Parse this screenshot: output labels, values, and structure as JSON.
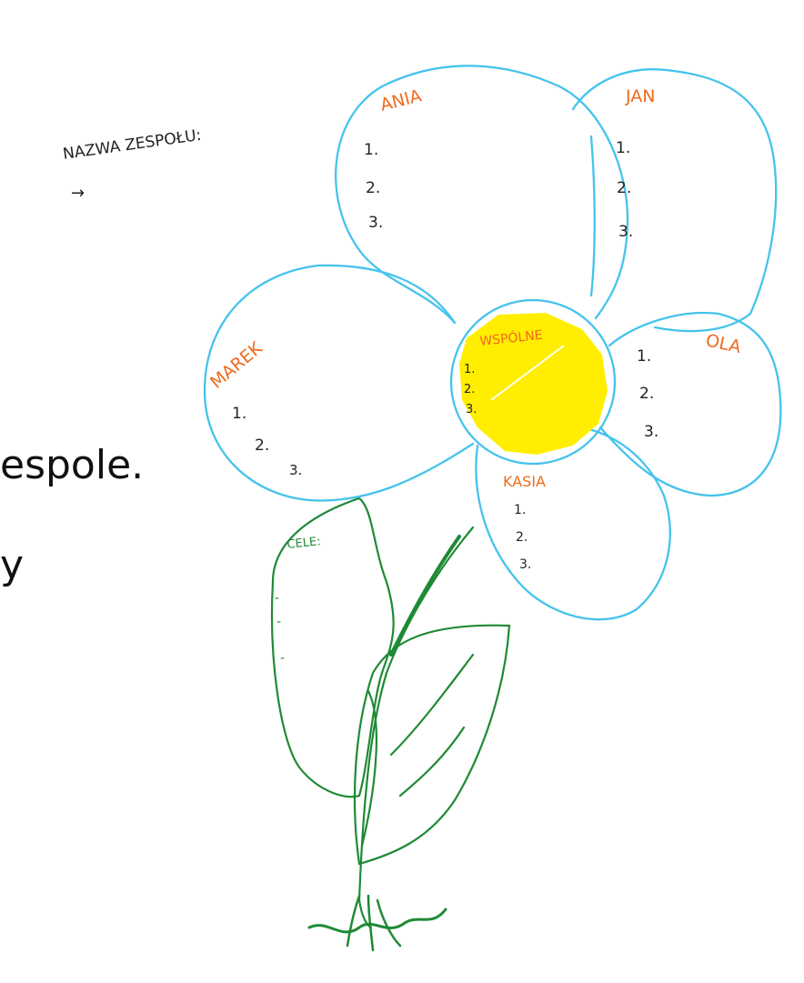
{
  "background_text": {
    "line1": "espole.",
    "line2": "y"
  },
  "team_label": "NAZWA ZESPOŁU:",
  "arrow_mark": "→",
  "colors": {
    "petal": "#45c3ec",
    "name": "#f06a1e",
    "center": "#ffee00",
    "stem": "#1f8a35",
    "ink": "#222222"
  },
  "petals": [
    {
      "name": "ANIA",
      "items": [
        "1.",
        "2.",
        "3."
      ]
    },
    {
      "name": "JAN",
      "items": [
        "1.",
        "2.",
        "3."
      ]
    },
    {
      "name": "MAREK",
      "items": [
        "1.",
        "2.",
        "3."
      ]
    },
    {
      "name": "OLA",
      "items": [
        "1.",
        "2.",
        "3."
      ]
    },
    {
      "name": "KASIA",
      "items": [
        "1.",
        "2.",
        "3."
      ]
    }
  ],
  "center": {
    "name": "WSPÓLNE",
    "items": [
      "1.",
      "2.",
      "3."
    ]
  },
  "goals": {
    "label": "CELE:",
    "items": [
      "-",
      "-",
      "-"
    ]
  }
}
